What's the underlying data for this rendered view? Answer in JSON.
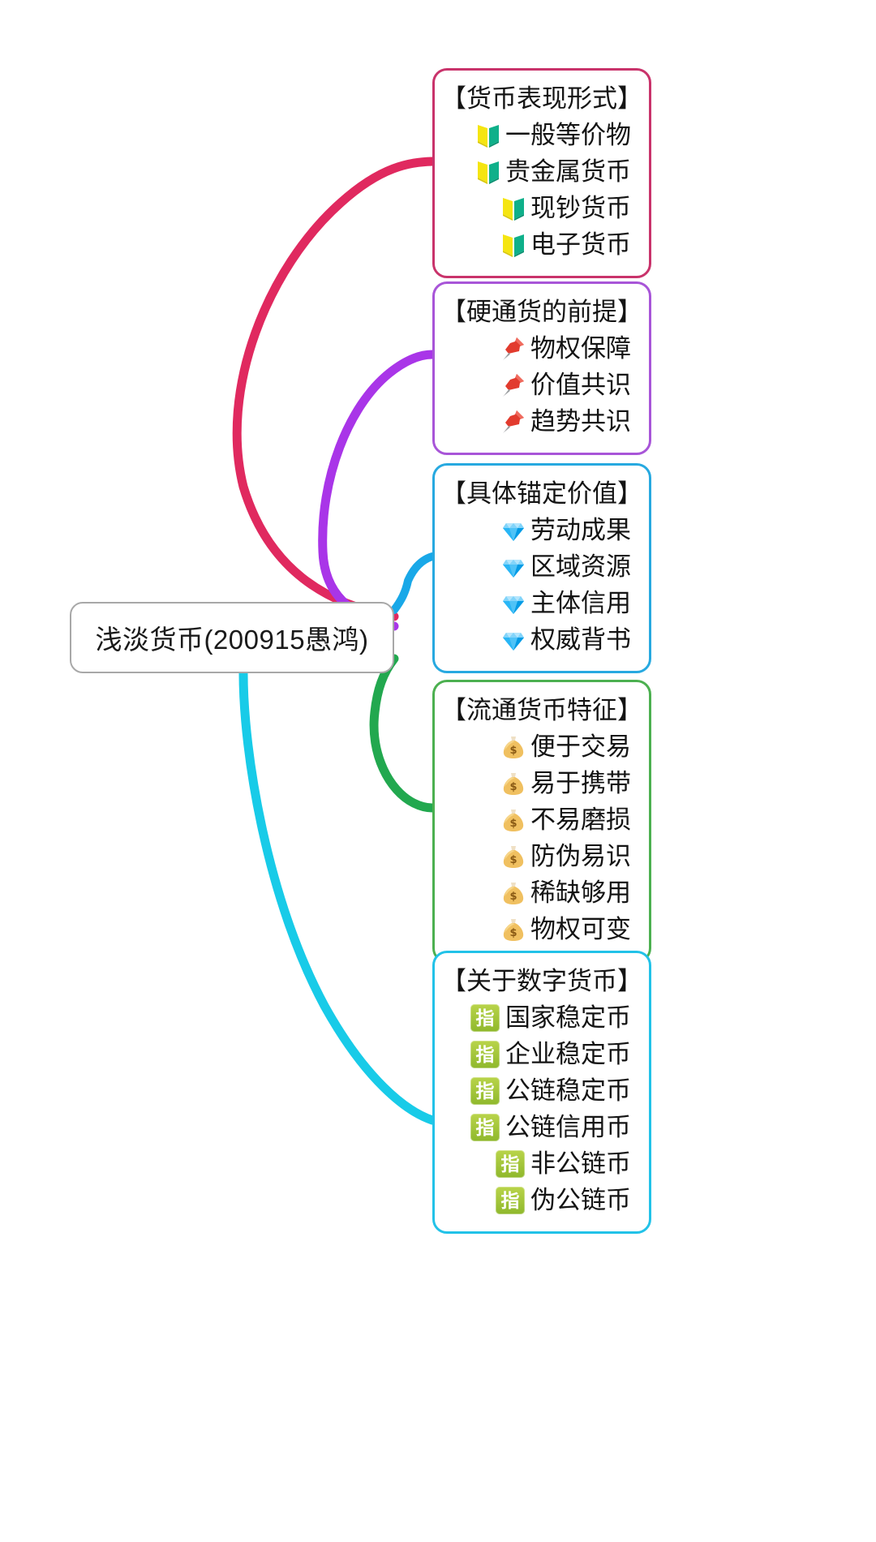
{
  "diagram": {
    "type": "mindmap",
    "root": {
      "label": "浅淡货币(200915愚鸿)",
      "border_color": "#a8a8a8"
    },
    "branches": [
      {
        "title": "【货币表现形式】",
        "border_color": "#c9336b",
        "edge_color": "#e0295f",
        "icon": "beginner-icon",
        "items": [
          "一般等价物",
          "贵金属货币",
          "现钞货币",
          "电子货币"
        ]
      },
      {
        "title": "【硬通货的前提】",
        "border_color": "#a855d8",
        "edge_color": "#a935e8",
        "icon": "pushpin-icon",
        "items": [
          "物权保障",
          "价值共识",
          "趋势共识"
        ]
      },
      {
        "title": "【具体锚定价值】",
        "border_color": "#27a9e0",
        "edge_color": "#19a8e8",
        "icon": "diamond-icon",
        "items": [
          "劳动成果",
          "区域资源",
          "主体信用",
          "权威背书"
        ]
      },
      {
        "title": "【流通货币特征】",
        "border_color": "#4cb050",
        "edge_color": "#22a84f",
        "icon": "moneybag-icon",
        "items": [
          "便于交易",
          "易于携带",
          "不易磨损",
          "防伪易识",
          "稀缺够用",
          "物权可变"
        ]
      },
      {
        "title": "【关于数字货币】",
        "border_color": "#22c2e8",
        "edge_color": "#18cbe8",
        "icon": "reserved-button-icon",
        "icon_glyph": "指",
        "items": [
          "国家稳定币",
          "企业稳定币",
          "公链稳定币",
          "公链信用币",
          "非公链币",
          "伪公链币"
        ]
      }
    ]
  }
}
